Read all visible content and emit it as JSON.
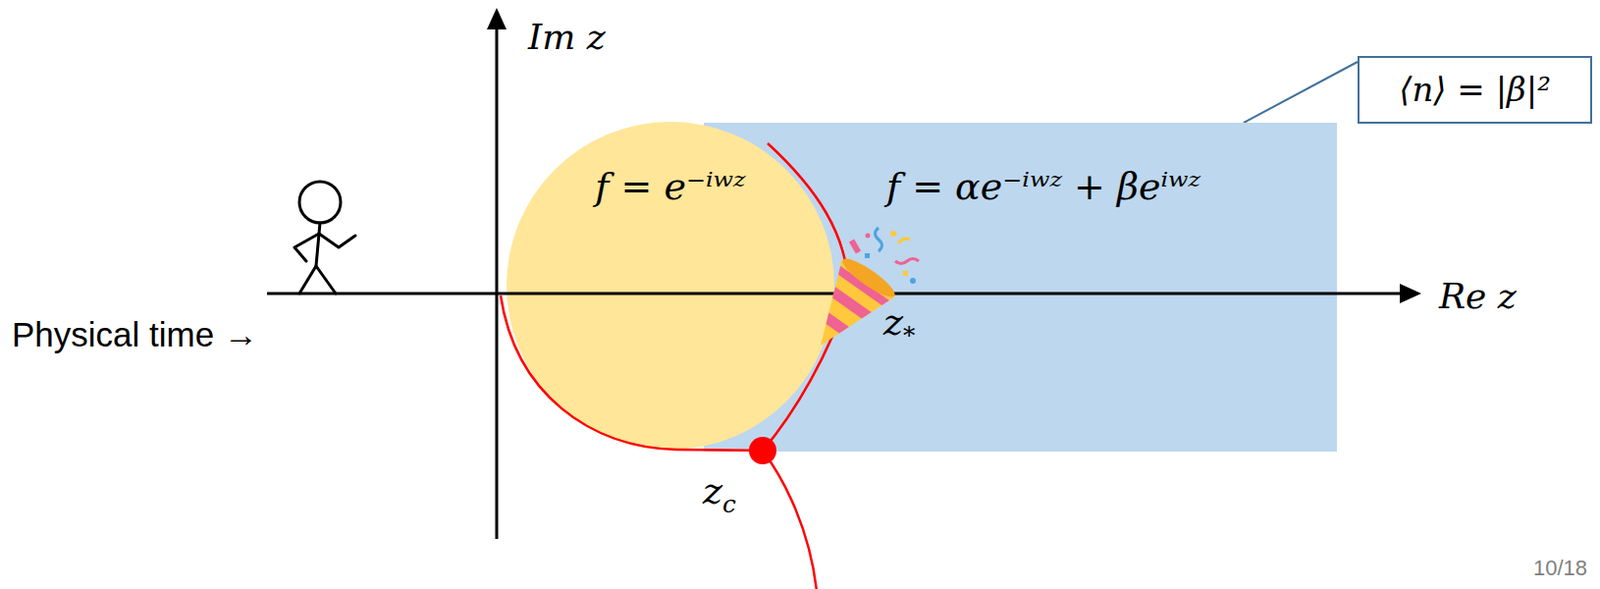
{
  "diagram": {
    "nodes": [
      {
        "text": [
          "f = e⁻ⁱʷᶻ"
        ]
      },
      {
        "text": [
          "f = αe⁻ⁱʷᶻ + βeⁱʷᶻ"
        ]
      },
      {
        "text": [
          "⟨n⟩ = |β|²"
        ]
      }
    ],
    "edges": [
      {
        "from": 2,
        "to": 1,
        "arrow": "none"
      }
    ],
    "labels": [
      "Im z",
      "Re z",
      "Physical time →",
      "z*",
      "zc",
      "10/18"
    ]
  }
}
